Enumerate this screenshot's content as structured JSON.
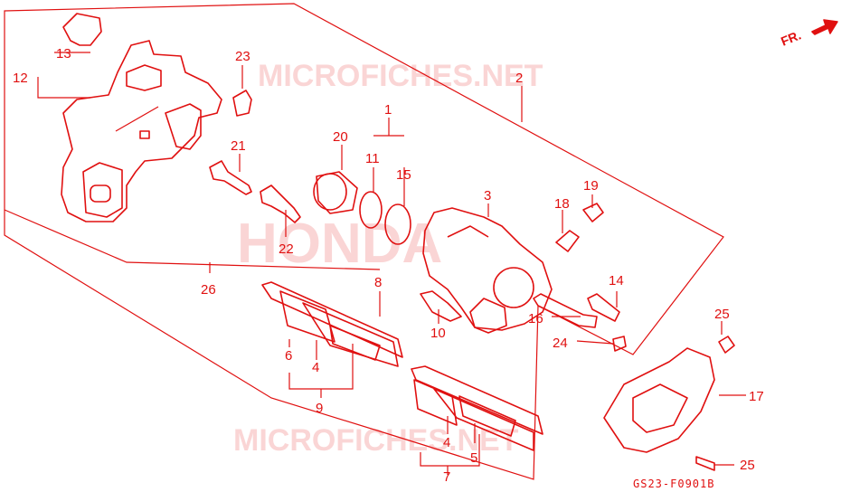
{
  "diagram": {
    "code": "GS23-F0901B",
    "direction_label": "FR.",
    "watermark_brand": "HONDA",
    "watermark_site": "MICROFICHES.NET",
    "callouts": {
      "c1": "1",
      "c2": "2",
      "c3": "3",
      "c4a": "4",
      "c4b": "4",
      "c5": "5",
      "c6": "6",
      "c7": "7",
      "c8": "8",
      "c9": "9",
      "c10": "10",
      "c11": "11",
      "c12": "12",
      "c13": "13",
      "c14": "14",
      "c15": "15",
      "c16": "16",
      "c17": "17",
      "c18": "18",
      "c19": "19",
      "c20": "20",
      "c21": "21",
      "c22": "22",
      "c23": "23",
      "c24": "24",
      "c25a": "25",
      "c25b": "25",
      "c26": "26"
    },
    "colors": {
      "ink": "#e01010",
      "watermark": "#f6b4b4"
    }
  }
}
